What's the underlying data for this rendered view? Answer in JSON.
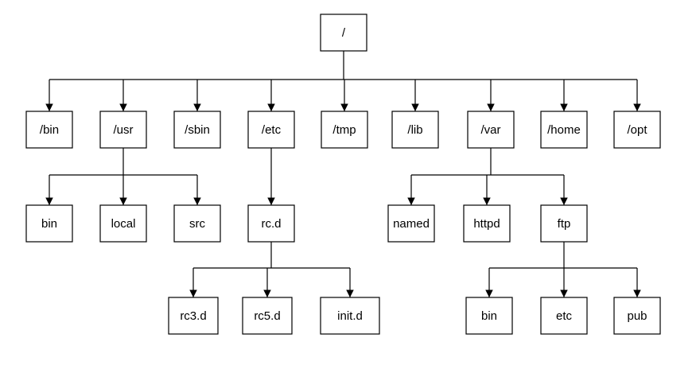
{
  "nodes": [
    {
      "id": "root",
      "label": "/"
    },
    {
      "id": "bin",
      "label": "/bin"
    },
    {
      "id": "usr",
      "label": "/usr"
    },
    {
      "id": "sbin",
      "label": "/sbin"
    },
    {
      "id": "etc",
      "label": "/etc"
    },
    {
      "id": "tmp",
      "label": "/tmp"
    },
    {
      "id": "lib",
      "label": "/lib"
    },
    {
      "id": "var",
      "label": "/var"
    },
    {
      "id": "home",
      "label": "/home"
    },
    {
      "id": "opt",
      "label": "/opt"
    },
    {
      "id": "usr_bin",
      "label": "bin"
    },
    {
      "id": "usr_local",
      "label": "local"
    },
    {
      "id": "usr_src",
      "label": "src"
    },
    {
      "id": "etc_rcd",
      "label": "rc.d"
    },
    {
      "id": "var_named",
      "label": "named"
    },
    {
      "id": "var_httpd",
      "label": "httpd"
    },
    {
      "id": "var_ftp",
      "label": "ftp"
    },
    {
      "id": "rc3d",
      "label": "rc3.d"
    },
    {
      "id": "rc5d",
      "label": "rc5.d"
    },
    {
      "id": "initd",
      "label": "init.d"
    },
    {
      "id": "ftp_bin",
      "label": "bin"
    },
    {
      "id": "ftp_etc",
      "label": "etc"
    },
    {
      "id": "ftp_pub",
      "label": "pub"
    }
  ],
  "edges": [
    {
      "from": "root",
      "to": [
        "bin",
        "usr",
        "sbin",
        "etc",
        "tmp",
        "lib",
        "var",
        "home",
        "opt"
      ]
    },
    {
      "from": "usr",
      "to": [
        "usr_bin",
        "usr_local",
        "usr_src"
      ]
    },
    {
      "from": "etc",
      "to": [
        "etc_rcd"
      ]
    },
    {
      "from": "var",
      "to": [
        "var_named",
        "var_httpd",
        "var_ftp"
      ]
    },
    {
      "from": "etc_rcd",
      "to": [
        "rc3d",
        "rc5d",
        "initd"
      ]
    },
    {
      "from": "var_ftp",
      "to": [
        "ftp_bin",
        "ftp_etc",
        "ftp_pub"
      ]
    }
  ]
}
